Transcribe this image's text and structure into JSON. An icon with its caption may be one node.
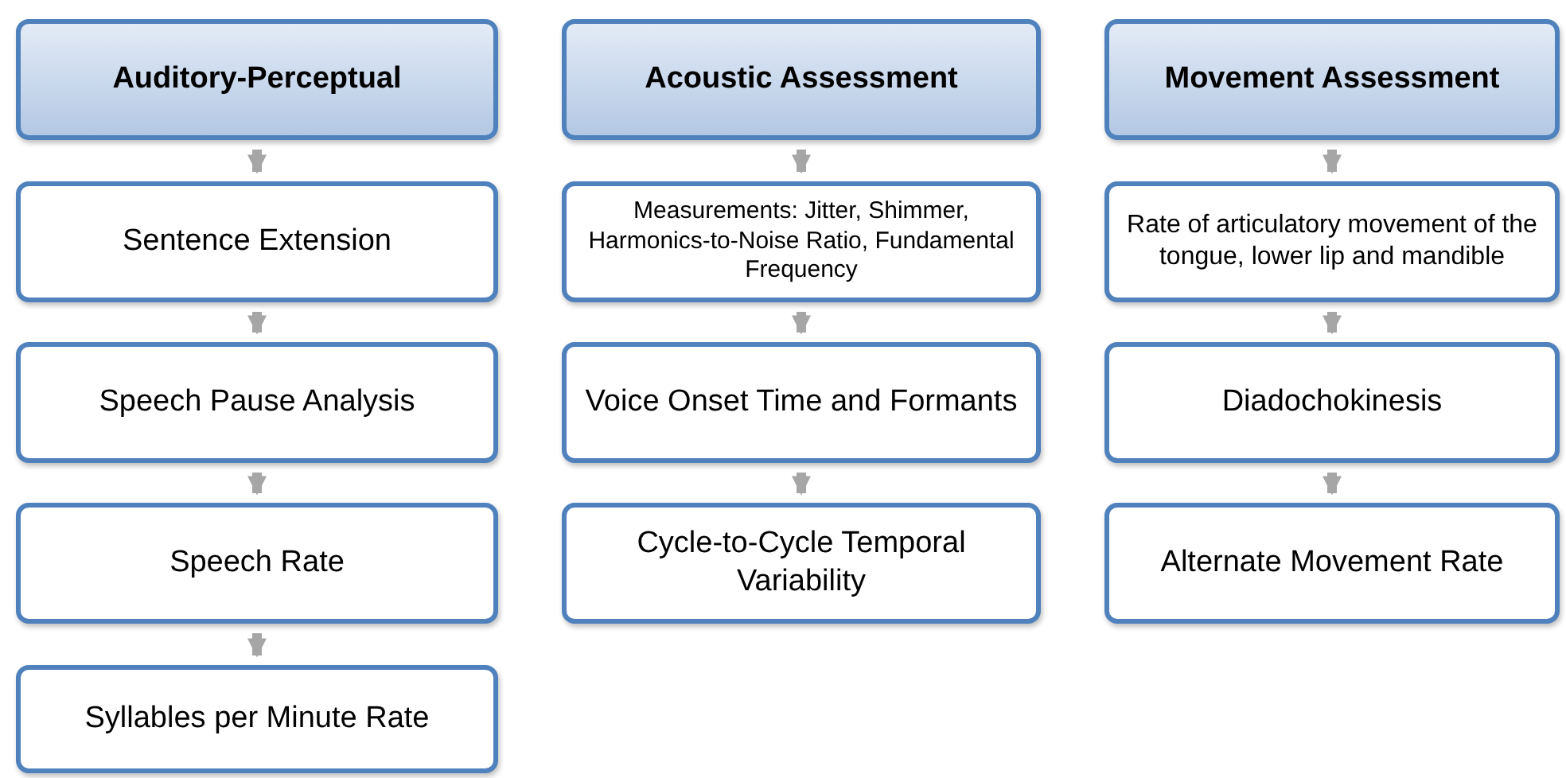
{
  "diagram": {
    "nodes": [
      {
        "text": [
          "Auditory-Perceptual"
        ]
      },
      {
        "text": [
          "Sentence Extension"
        ]
      },
      {
        "text": [
          "Speech Pause Analysis"
        ]
      },
      {
        "text": [
          "Speech Rate"
        ]
      },
      {
        "text": [
          "Syllables per Minute Rate"
        ]
      },
      {
        "text": [
          "Acoustic Assessment"
        ]
      },
      {
        "text": [
          "Measurements: Jitter, Shimmer, Harmonics-to-Noise Ratio, Fundamental Frequency"
        ]
      },
      {
        "text": [
          "Voice Onset Time and Formants"
        ]
      },
      {
        "text": [
          "Cycle-to-Cycle Temporal Variability"
        ]
      },
      {
        "text": [
          "Movement Assessment"
        ]
      },
      {
        "text": [
          "Rate of articulatory movement of the tongue, lower lip and mandible"
        ]
      },
      {
        "text": [
          "Diadochokinesis"
        ]
      },
      {
        "text": [
          "Alternate Movement Rate"
        ]
      }
    ],
    "edges": [
      {
        "from": 0,
        "to": 1,
        "arrow": "to"
      },
      {
        "from": 1,
        "to": 2,
        "arrow": "to"
      },
      {
        "from": 2,
        "to": 3,
        "arrow": "to"
      },
      {
        "from": 3,
        "to": 4,
        "arrow": "to"
      },
      {
        "from": 5,
        "to": 6,
        "arrow": "to"
      },
      {
        "from": 6,
        "to": 7,
        "arrow": "to"
      },
      {
        "from": 7,
        "to": 8,
        "arrow": "to"
      },
      {
        "from": 9,
        "to": 10,
        "arrow": "to"
      },
      {
        "from": 10,
        "to": 11,
        "arrow": "to"
      },
      {
        "from": 11,
        "to": 12,
        "arrow": "to"
      }
    ]
  }
}
